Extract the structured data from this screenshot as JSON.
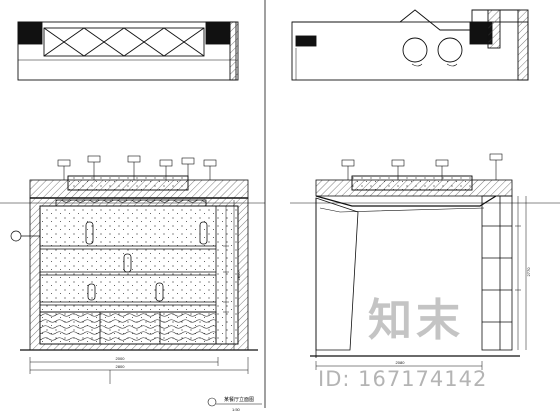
{
  "drawing": {
    "caption": "某餐厅立面图",
    "scale": "1:50",
    "watermark_logo": "知末",
    "watermark_id": "ID: 167174142",
    "front_dim_inner": "2000",
    "front_dim_total": "2800",
    "side_dim_total": "2080",
    "side_dim_height": "2770",
    "front_dim_height": "2800"
  },
  "colors": {
    "line": "#111111",
    "hatch": "#555555",
    "watermark": "#bbbbbb"
  }
}
